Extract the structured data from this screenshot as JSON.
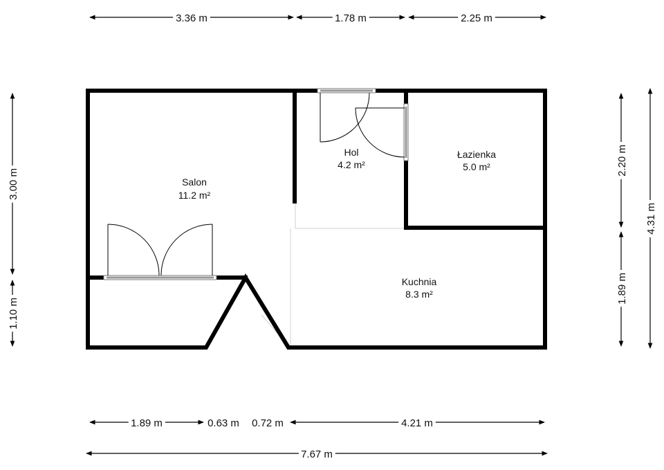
{
  "rooms": [
    {
      "name": "Salon",
      "area": "11.2 m²"
    },
    {
      "name": "Hol",
      "area": "4.2 m²"
    },
    {
      "name": "Łazienka",
      "area": "5.0 m²"
    },
    {
      "name": "Kuchnia",
      "area": "8.3 m²"
    }
  ],
  "dimensions": {
    "top": [
      "3.36 m",
      "1.78 m",
      "2.25 m"
    ],
    "left": [
      "3.00 m",
      "1.10 m"
    ],
    "right_inner": [
      "2.20 m",
      "1.89 m"
    ],
    "right_outer": "4.31 m",
    "bottom": [
      "1.89 m",
      "0.63 m",
      "0.72 m",
      "4.21 m"
    ],
    "bottom_total": "7.67 m"
  }
}
